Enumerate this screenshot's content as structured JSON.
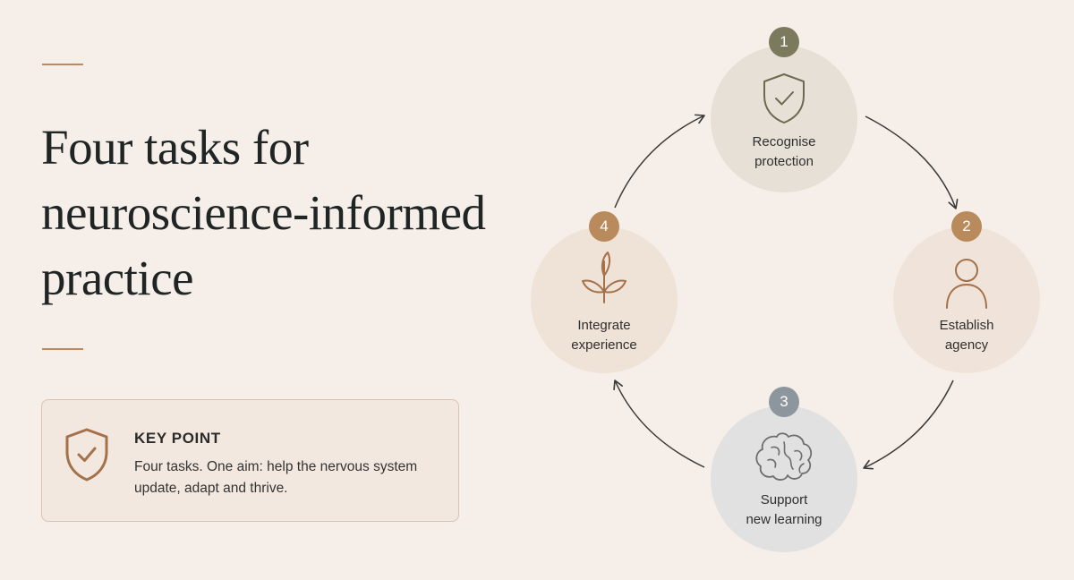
{
  "title": {
    "line1": "Four tasks for",
    "line2": "neuroscience-informed",
    "line3": "practice"
  },
  "key_point": {
    "heading": "KEY POINT",
    "body": "Four tasks. One aim: help the nervous system update, adapt and thrive.",
    "icon": "shield-check-icon"
  },
  "cycle": [
    {
      "number": "1",
      "label": "Recognise\nprotection",
      "icon": "shield-check-icon",
      "badge_color": "#7b7a5c",
      "circle_color": "#e6e0d6"
    },
    {
      "number": "2",
      "label": "Establish\nagency",
      "icon": "person-icon",
      "badge_color": "#b98a5c",
      "circle_color": "#f0e4da"
    },
    {
      "number": "3",
      "label": "Support\nnew learning",
      "icon": "brain-icon",
      "badge_color": "#8d969c",
      "circle_color": "#e1e1e2"
    },
    {
      "number": "4",
      "label": "Integrate\nexperience",
      "icon": "sprout-icon",
      "badge_color": "#b98a5c",
      "circle_color": "#efe2d7"
    }
  ],
  "colors": {
    "background": "#f6eee8",
    "accent": "#b98a62",
    "icon_stroke": "#6b6a50"
  }
}
